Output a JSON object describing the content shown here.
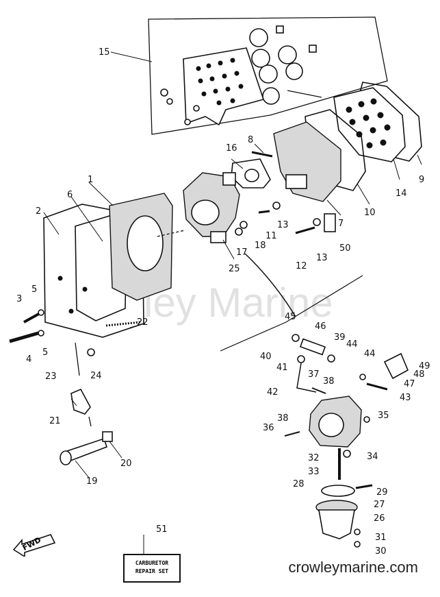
{
  "watermark": "Crowley Marine",
  "footer": "crowleymarine.com",
  "repair_box": {
    "line1": "CARBURETOR",
    "line2": "REPAIR SET"
  },
  "fwd": "FWD",
  "callouts": [
    "1",
    "2",
    "3",
    "4",
    "5",
    "5",
    "6",
    "7",
    "8",
    "9",
    "10",
    "11",
    "12",
    "13",
    "13",
    "14",
    "15",
    "16",
    "17",
    "18",
    "19",
    "20",
    "21",
    "22",
    "23",
    "24",
    "25",
    "26",
    "27",
    "28",
    "29",
    "30",
    "31",
    "32",
    "33",
    "34",
    "35",
    "36",
    "37",
    "38",
    "38",
    "39",
    "40",
    "41",
    "42",
    "43",
    "44",
    "44",
    "45",
    "46",
    "47",
    "48",
    "49",
    "50",
    "51"
  ]
}
